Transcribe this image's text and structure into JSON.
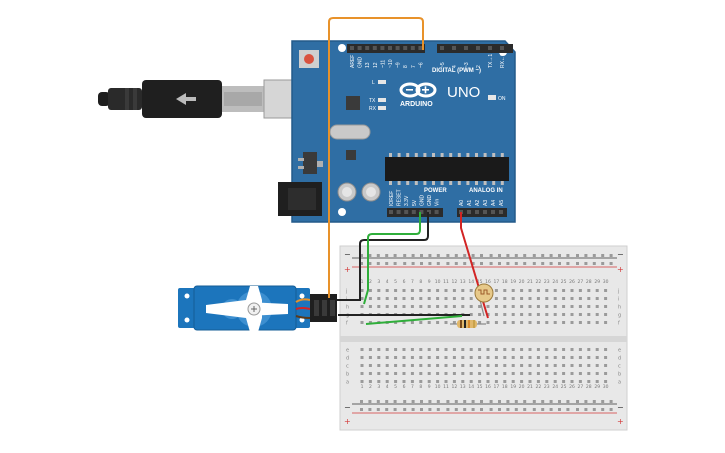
{
  "board": {
    "brand": "ARDUINO",
    "model": "UNO",
    "digital_header": "DIGITAL (PWM ~)",
    "power_header": "POWER",
    "analog_header": "ANALOG IN",
    "on_label": "ON",
    "led_labels": [
      "L",
      "TX",
      "RX"
    ],
    "digital_pins": [
      "AREF",
      "GND",
      "13",
      "12",
      "~11",
      "~10",
      "~9",
      "8",
      "7",
      "~6",
      "~5",
      "4",
      "~3",
      "2",
      "TX→1",
      "RX←0"
    ],
    "power_pins": [
      "IOREF",
      "RESET",
      "3.3V",
      "5V",
      "GND",
      "GND",
      "Vin"
    ],
    "analog_pins": [
      "A0",
      "A1",
      "A2",
      "A3",
      "A4",
      "A5"
    ]
  },
  "breadboard": {
    "rows_top": [
      "j",
      "i",
      "h",
      "g",
      "f"
    ],
    "rows_bottom": [
      "e",
      "d",
      "c",
      "b",
      "a"
    ],
    "columns": [
      "1",
      "2",
      "3",
      "4",
      "5",
      "6",
      "7",
      "8",
      "9",
      "10",
      "11",
      "12",
      "13",
      "14",
      "15",
      "16",
      "17",
      "18",
      "19",
      "20",
      "21",
      "22",
      "23",
      "24",
      "25",
      "26",
      "27",
      "28",
      "29",
      "30"
    ],
    "rail_minus": "−",
    "rail_plus": "+"
  },
  "colors": {
    "board": "#2f6ea4",
    "board_edge": "#235a8a",
    "header": "#2b2b2b",
    "breadboard": "#e8e8e8",
    "wire_orange": "#e8922a",
    "wire_black": "#222222",
    "wire_green": "#2fae3a",
    "wire_red": "#d22424",
    "servo_body": "#1c75bc",
    "rail_red": "#d33a3a",
    "rail_black": "#333333"
  },
  "components": {
    "usb": "usb-cable-icon",
    "servo": "servo-motor-icon",
    "photoresistor": "photoresistor-icon",
    "resistor": "resistor-icon"
  }
}
